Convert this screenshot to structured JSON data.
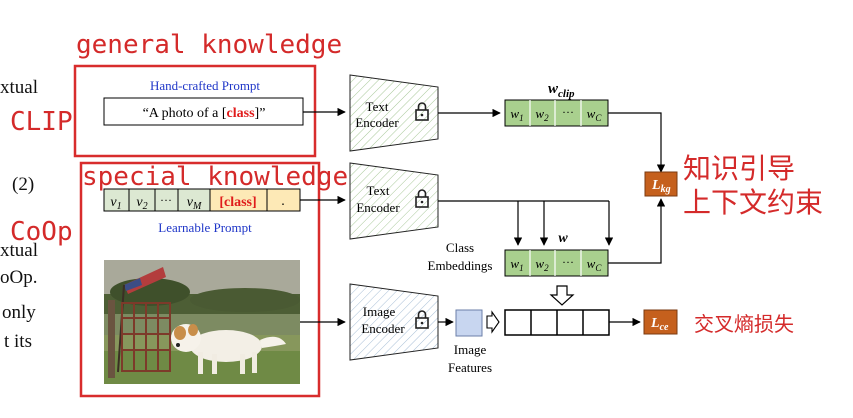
{
  "annotations": {
    "general_knowledge": "general knowledge",
    "special_knowledge": "special knowledge",
    "clip": "CLIP",
    "coop": "CoOp",
    "guidance_line1": "知识引导",
    "guidance_line2": "上下文约束",
    "cross_entropy": "交叉熵损失",
    "colors": {
      "annotation_red": "#d42a2a",
      "box_red": "#d82c2c"
    }
  },
  "page_fragment": {
    "line1": "xtual",
    "line2": "(2)",
    "line3": "xtual",
    "line4": "oOp.",
    "line5": "only",
    "line6": "t its"
  },
  "clip_branch": {
    "prompt_title": "Hand-crafted Prompt",
    "prompt_text_pre": "“A photo of a [",
    "prompt_class": "class",
    "prompt_text_post": "]”",
    "encoder_line1": "Text",
    "encoder_line2": "Encoder",
    "weights_label_main": "w",
    "weights_label_sub": "clip",
    "weights_cells": [
      "w1",
      "w2",
      "···",
      "wC"
    ]
  },
  "coop_branch": {
    "context_tokens": [
      "v1",
      "v2",
      "···",
      "vM"
    ],
    "class_token": "[class]",
    "period_token": ".",
    "learnable_label": "Learnable Prompt",
    "encoder_line1": "Text",
    "encoder_line2": "Encoder",
    "class_embeddings_line1": "Class",
    "class_embeddings_line2": "Embeddings",
    "weights_label": "w",
    "weights_cells": [
      "w1",
      "w2",
      "···",
      "wC"
    ]
  },
  "image_branch": {
    "encoder_line1": "Image",
    "encoder_line2": "Encoder",
    "features_line1": "Image",
    "features_line2": "Features"
  },
  "losses": {
    "kg_main": "L",
    "kg_sub": "kg",
    "ce_main": "L",
    "ce_sub": "ce",
    "color": "#c5601d"
  },
  "icons": [
    "lock-icon",
    "hollow-down-arrow-icon",
    "hollow-right-arrow-icon"
  ]
}
